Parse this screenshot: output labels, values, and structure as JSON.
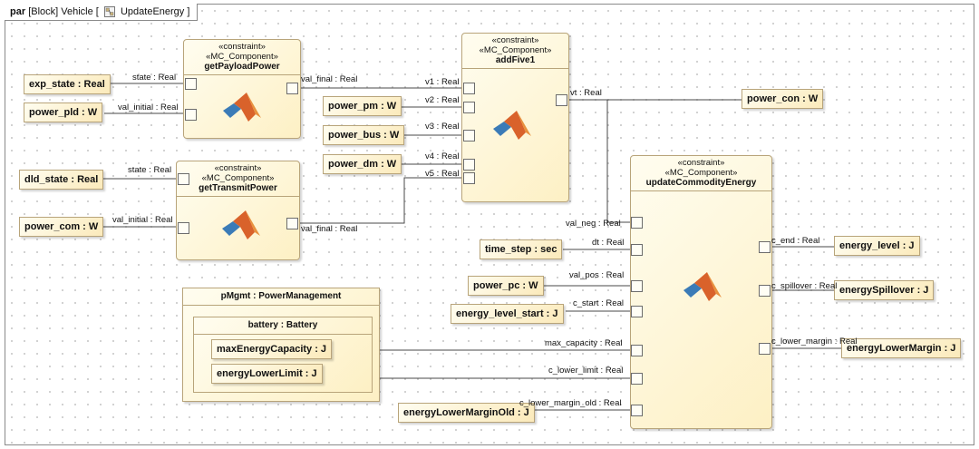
{
  "diagram": {
    "tab": {
      "keyword": "par",
      "label": "[Block] Vehicle [",
      "diagram_name": "UpdateEnergy",
      "close_bracket": "]"
    },
    "stereotypes": {
      "constraint": "«constraint»",
      "mc_component": "«MC_Component»"
    },
    "blocks": {
      "getPayloadPower": {
        "name": "getPayloadPower",
        "ports": {
          "state": "state : Real",
          "val_initial": "val_initial : Real",
          "val_final": "val_final : Real"
        }
      },
      "getTransmitPower": {
        "name": "getTransmitPower",
        "ports": {
          "state": "state : Real",
          "val_initial": "val_initial : Real",
          "val_final": "val_final : Real"
        }
      },
      "addFive1": {
        "name": "addFive1",
        "ports": {
          "v1": "v1 : Real",
          "v2": "v2 : Real",
          "v3": "v3 : Real",
          "v4": "v4 : Real",
          "v5": "v5 : Real",
          "vt": "vt : Real"
        }
      },
      "updateCommodityEnergy": {
        "name": "updateCommodityEnergy",
        "ports": {
          "val_neg": "val_neg : Real",
          "dt": "dt : Real",
          "val_pos": "val_pos : Real",
          "c_start": "c_start : Real",
          "max_capacity": "max_capacity : Real",
          "c_lower_limit": "c_lower_limit : Real",
          "c_lower_margin_old": "c_lower_margin_old : Real",
          "c_end": "c_end : Real",
          "c_spillover": "c_spillover : Real",
          "c_lower_margin": "c_lower_margin : Real"
        }
      }
    },
    "values": {
      "exp_state": "exp_state : Real",
      "power_pld": "power_pld : W",
      "dld_state": "dld_state : Real",
      "power_com": "power_com : W",
      "power_pm": "power_pm : W",
      "power_bus": "power_bus : W",
      "power_dm": "power_dm : W",
      "power_con": "power_con : W",
      "time_step": "time_step : sec",
      "power_pc": "power_pc : W",
      "energy_level_start": "energy_level_start : J",
      "energyLowerMarginOld": "energyLowerMarginOld : J",
      "energy_level": "energy_level : J",
      "energySpillover": "energySpillover : J",
      "energyLowerMargin": "energyLowerMargin : J"
    },
    "pmgmt": {
      "title": "pMgmt : PowerManagement",
      "battery": {
        "title": "battery : Battery",
        "maxEnergyCapacity": "maxEnergyCapacity : J",
        "energyLowerLimit": "energyLowerLimit : J"
      }
    }
  }
}
